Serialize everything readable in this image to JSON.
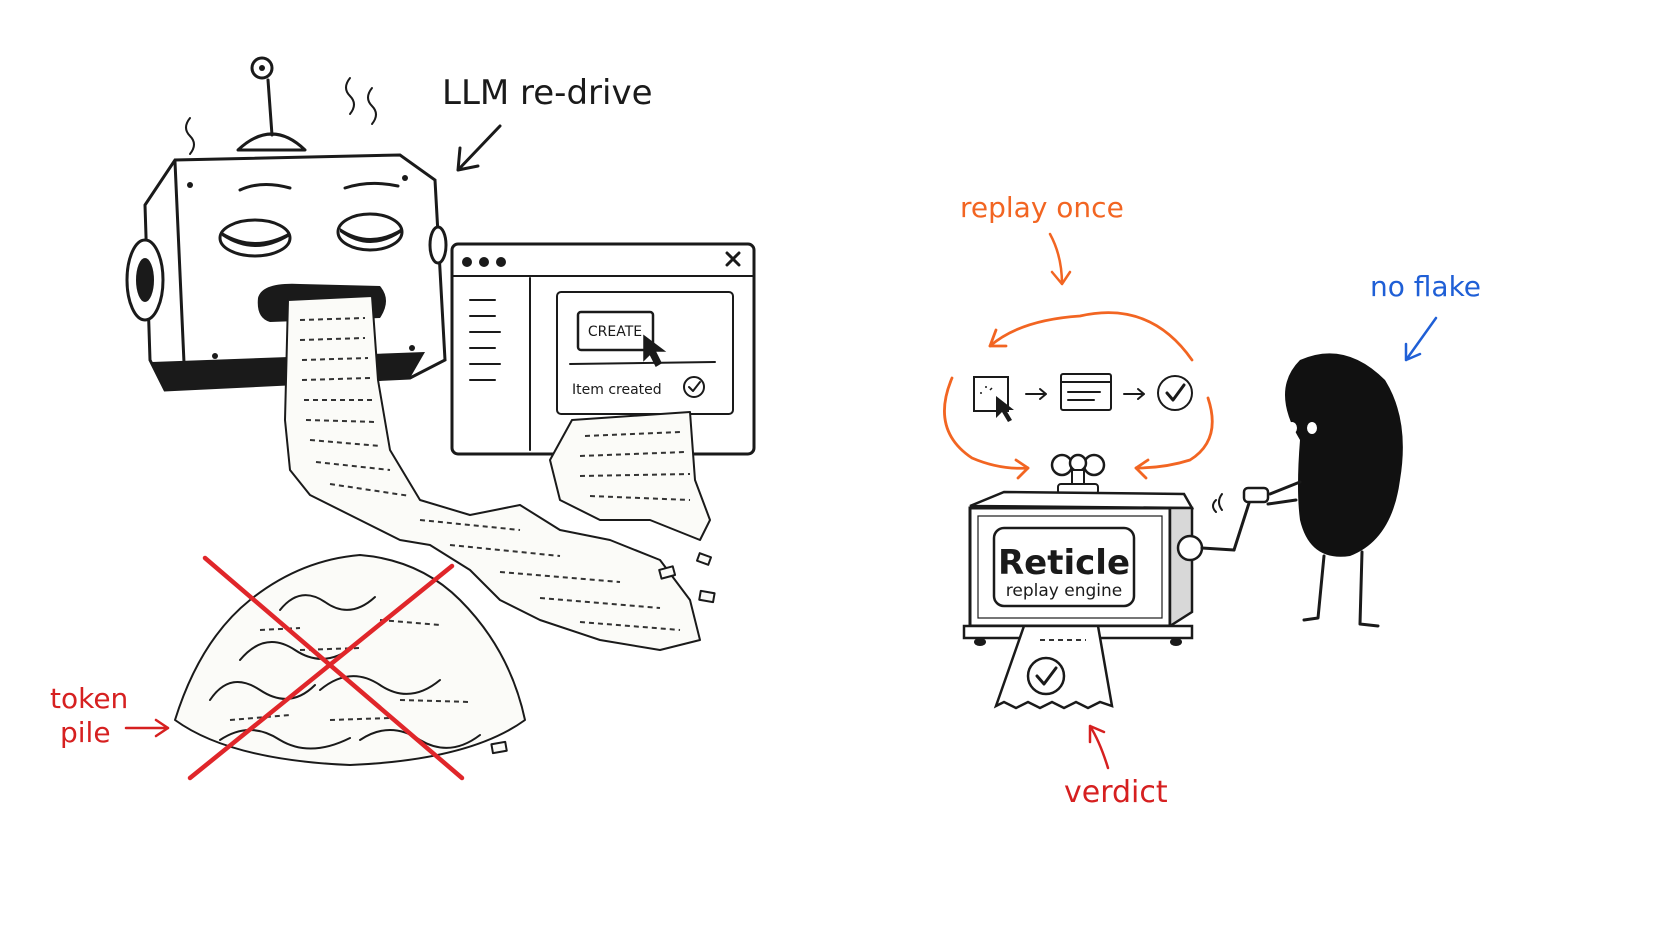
{
  "labels": {
    "llm_redrive": "LLM re-drive",
    "replay_once": "replay once",
    "no_flake": "no flake",
    "token_pile_line1": "token",
    "token_pile_line2": "pile",
    "verdict": "verdict"
  },
  "browser_window": {
    "button_label": "CREATE",
    "status_text": "Item created"
  },
  "machine": {
    "title": "Reticle",
    "subtitle": "replay engine"
  },
  "colors": {
    "ink": "#1a1a1a",
    "annotation_orange": "#f26522",
    "annotation_blue": "#1f5fd6",
    "annotation_red": "#d62020",
    "strike_red": "#e0262a",
    "paper": "#fbfbf8"
  },
  "icons": {
    "robot": "robot-head-icon",
    "browser": "browser-window-icon",
    "cursor": "mouse-cursor-icon",
    "check": "checkmark-icon",
    "crank_box": "music-box-machine-icon",
    "character": "blob-character-icon"
  }
}
